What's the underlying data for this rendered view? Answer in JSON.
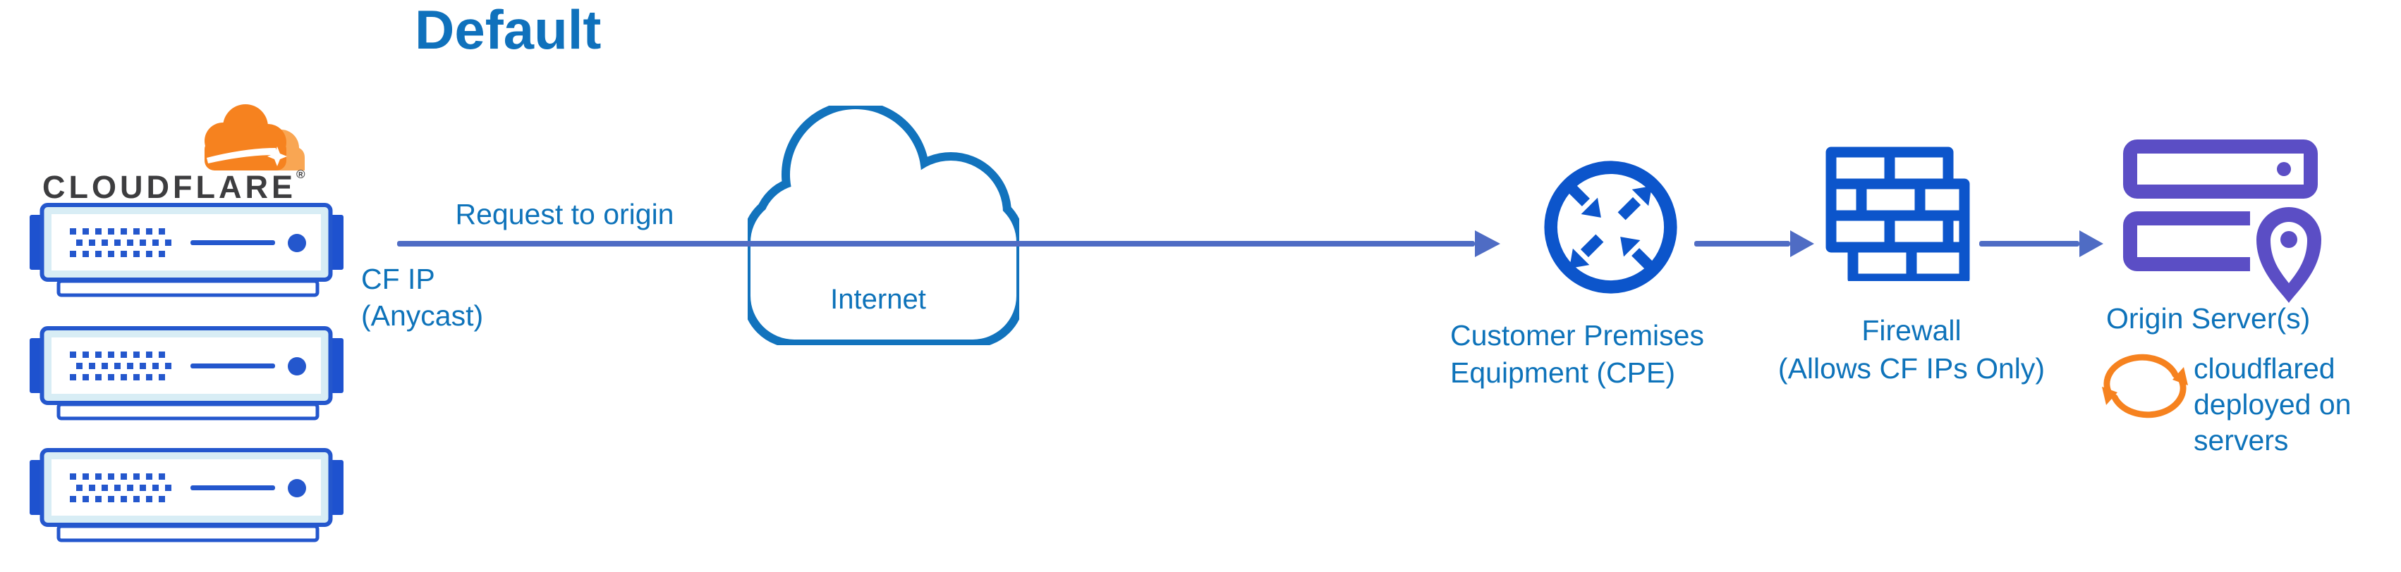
{
  "diagram": {
    "title": "Default",
    "cloudflare": {
      "wordmark": "CLOUDFLARE",
      "registered": "®",
      "server_count": 3
    },
    "edge_arrow": {
      "label": "Request to origin",
      "ip_line1": "CF IP",
      "ip_line2": "(Anycast)"
    },
    "internet": {
      "label": "Internet"
    },
    "cpe": {
      "label_line1": "Customer Premises",
      "label_line2": "Equipment (CPE)"
    },
    "firewall": {
      "label_line1": "Firewall",
      "label_line2": "(Allows CF IPs Only)"
    },
    "origin": {
      "label": "Origin Server(s)",
      "note_line1": "cloudflared",
      "note_line2": "deployed on",
      "note_line3": "servers"
    }
  },
  "icons": {
    "cloudflare-logo-cloud": "orange two-tone cloud",
    "edge-server": "blue rack server with dotted panel",
    "internet-cloud": "blue outlined cloud",
    "cpe-router": "circle with four diagonal arrows",
    "firewall-bricks": "blue brick wall",
    "origin-servers": "purple server stack with location pin",
    "cloudflared-sync": "orange circular refresh arrows"
  },
  "colors": {
    "title_blue": "#0f71bc",
    "label_blue": "#0e73ba",
    "arrow_slate": "#4f6cc4",
    "icon_blue": "#0c55cb",
    "server_border_blue": "#2457cd",
    "server_fill": "#d8edf5",
    "cloud_stroke": "#1273bd",
    "purple": "#5b4ec5",
    "orange": "#f6821f",
    "orange_light": "#f9a653",
    "wordmark_dark": "#3d3d3f"
  }
}
